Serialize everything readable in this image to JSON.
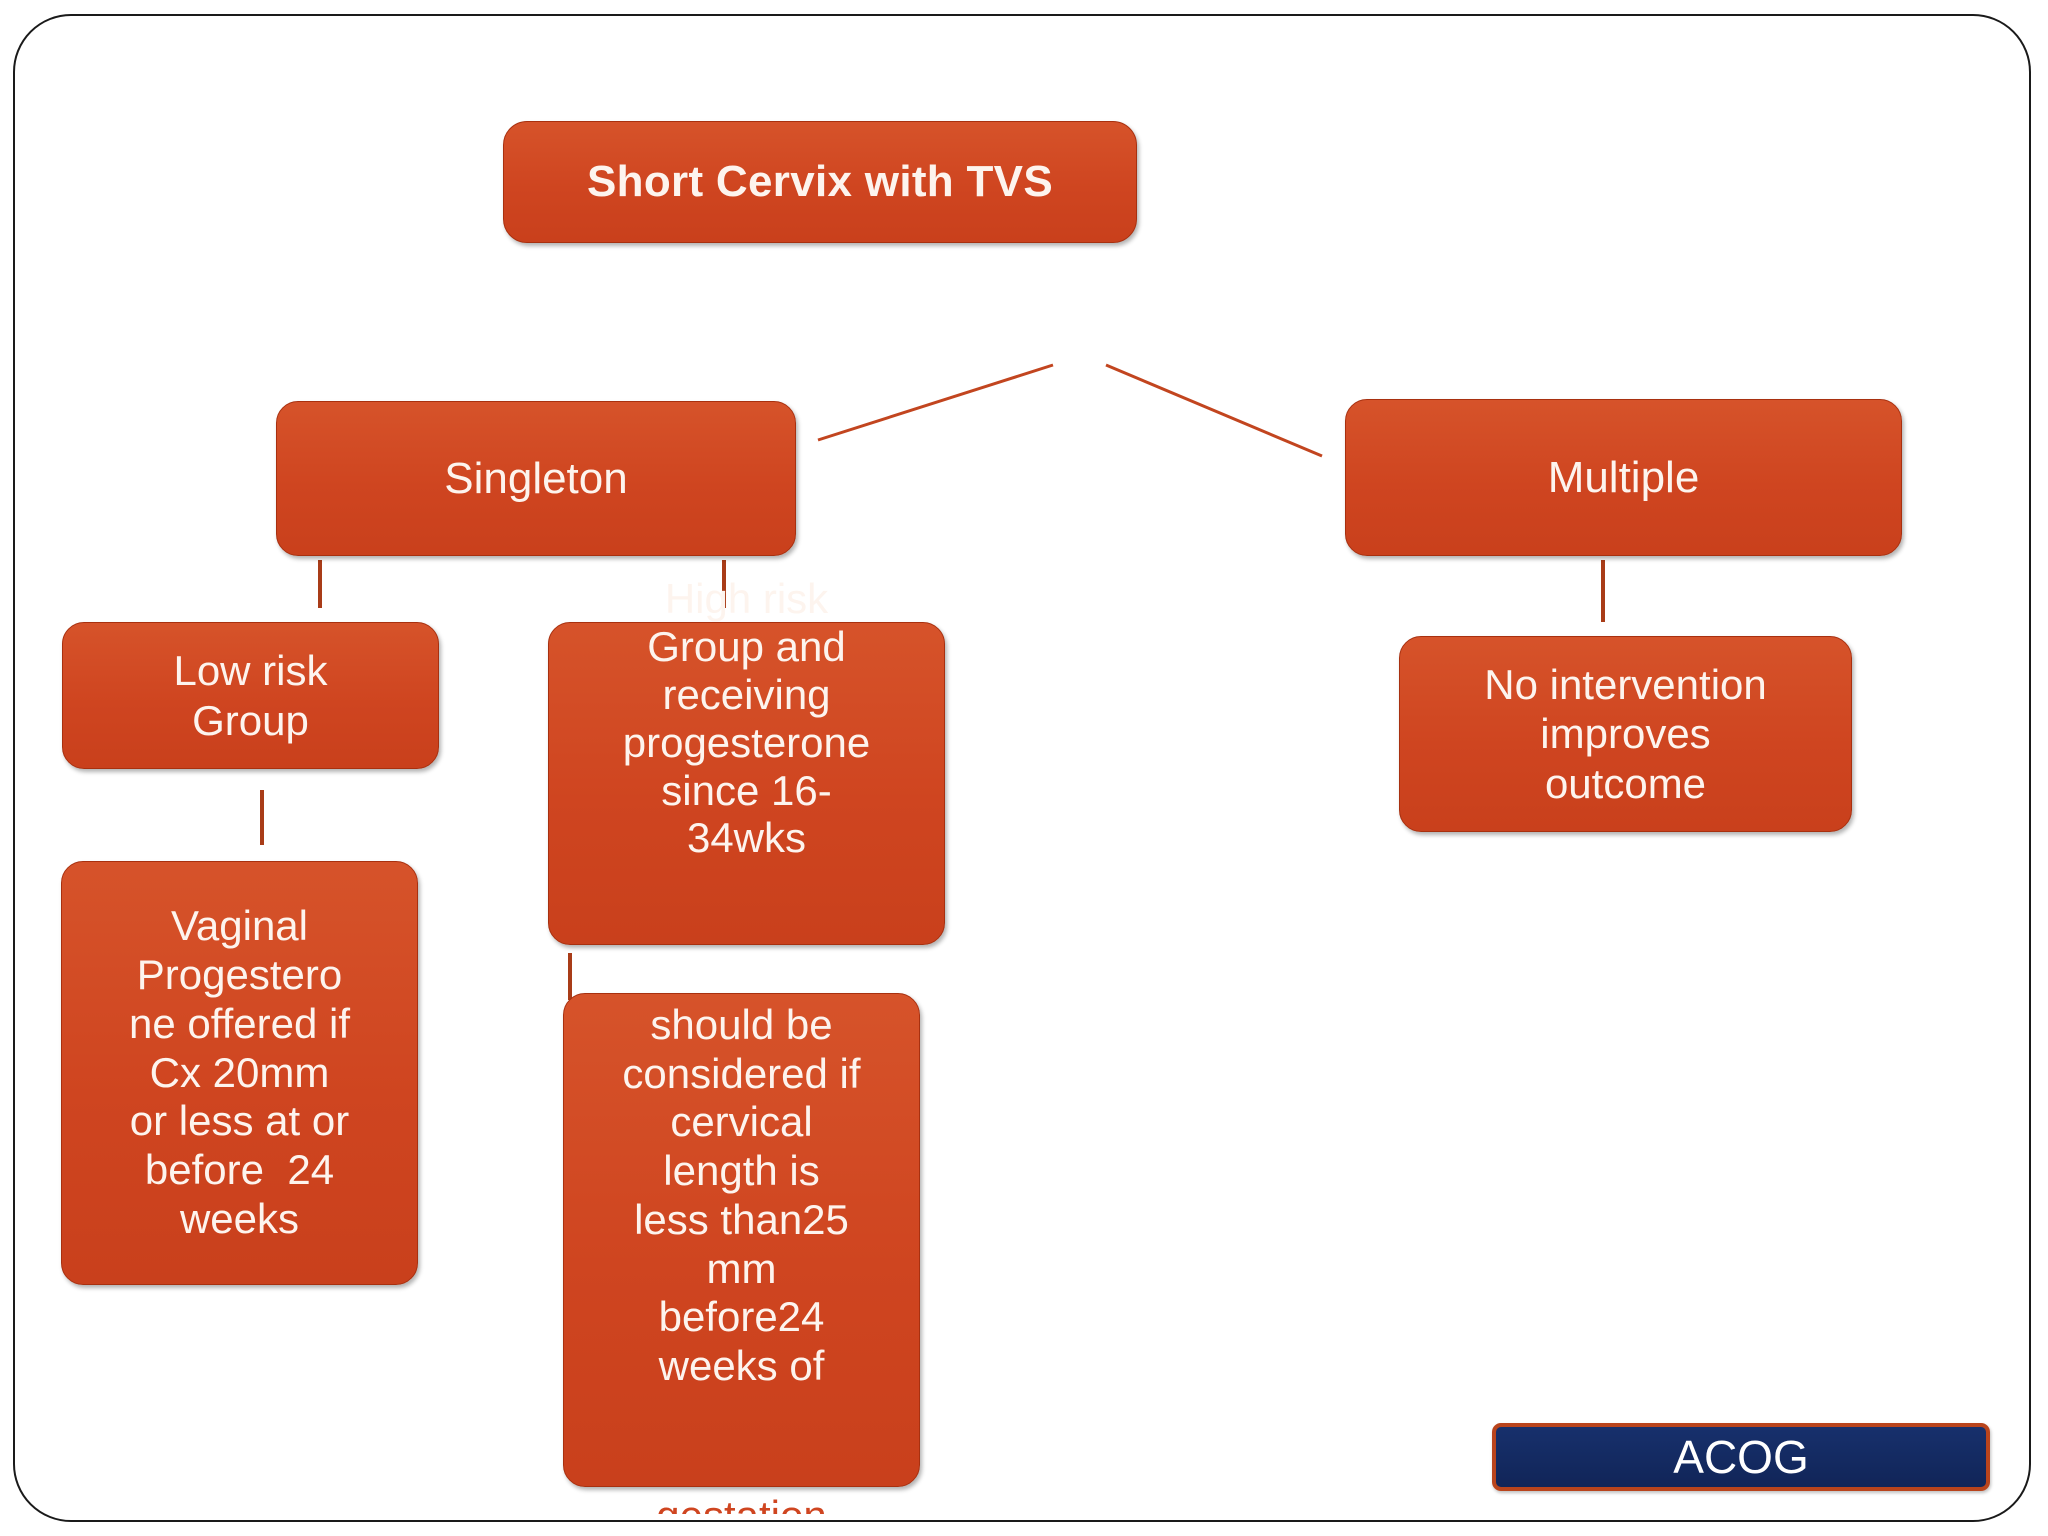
{
  "slide": {
    "title": "Short Cervix with TVS",
    "background_color": "#ffffff",
    "frame_color": "#1a1a1a",
    "node_color": "#cf4520",
    "node_text_color": "#fdf4ee",
    "connector_color": "#c2451f",
    "badge_color": "#17306c",
    "badge_border_color": "#b9441c"
  },
  "nodes": {
    "root": {
      "label": "Short Cervix with TVS"
    },
    "singleton": {
      "label": "Singleton"
    },
    "multiple": {
      "label": "Multiple"
    },
    "low_risk": {
      "label": "Low risk\nGroup"
    },
    "high_risk": {
      "label": "High risk\nGroup and\nreceiving\nprogesterone\nsince 16-\n34wks"
    },
    "no_intervention": {
      "label": "No intervention\nimproves\noutcome"
    },
    "vaginal_progesterone": {
      "label": "Vaginal\nProgestero\nne offered if\nCx 20mm\nor less at or\nbefore  24\nweeks"
    },
    "cerclage": {
      "label": "should be\nconsidered if\ncervical\nlength is\nless than25\nmm\nbefore24\nweeks of"
    },
    "cerclage_clipped_overflow": {
      "label": "gestation"
    }
  },
  "badge": {
    "label": "ACOG"
  },
  "chart_data": {
    "type": "diagram",
    "title": "Short Cervix with TVS",
    "diagram_kind": "flowchart-tree",
    "nodes": [
      {
        "id": "root",
        "label": "Short Cervix with TVS",
        "level": 0
      },
      {
        "id": "singleton",
        "label": "Singleton",
        "level": 1
      },
      {
        "id": "multiple",
        "label": "Multiple",
        "level": 1
      },
      {
        "id": "low_risk",
        "label": "Low risk Group",
        "level": 2
      },
      {
        "id": "high_risk",
        "label": "High risk Group and receiving progesterone since 16-34wks",
        "level": 2
      },
      {
        "id": "no_intervention",
        "label": "No intervention improves outcome",
        "level": 2
      },
      {
        "id": "vaginal_progesterone",
        "label": "Vaginal Progesterone offered if Cx 20mm or less at or before 24 weeks",
        "level": 3
      },
      {
        "id": "cerclage",
        "label": "should be considered if cervical length is less than25 mm before24 weeks of gestation",
        "level": 3
      }
    ],
    "edges": [
      {
        "from": "root",
        "to": "singleton"
      },
      {
        "from": "root",
        "to": "multiple"
      },
      {
        "from": "singleton",
        "to": "low_risk"
      },
      {
        "from": "singleton",
        "to": "high_risk"
      },
      {
        "from": "multiple",
        "to": "no_intervention"
      },
      {
        "from": "low_risk",
        "to": "vaginal_progesterone"
      },
      {
        "from": "high_risk",
        "to": "cerclage"
      }
    ]
  }
}
